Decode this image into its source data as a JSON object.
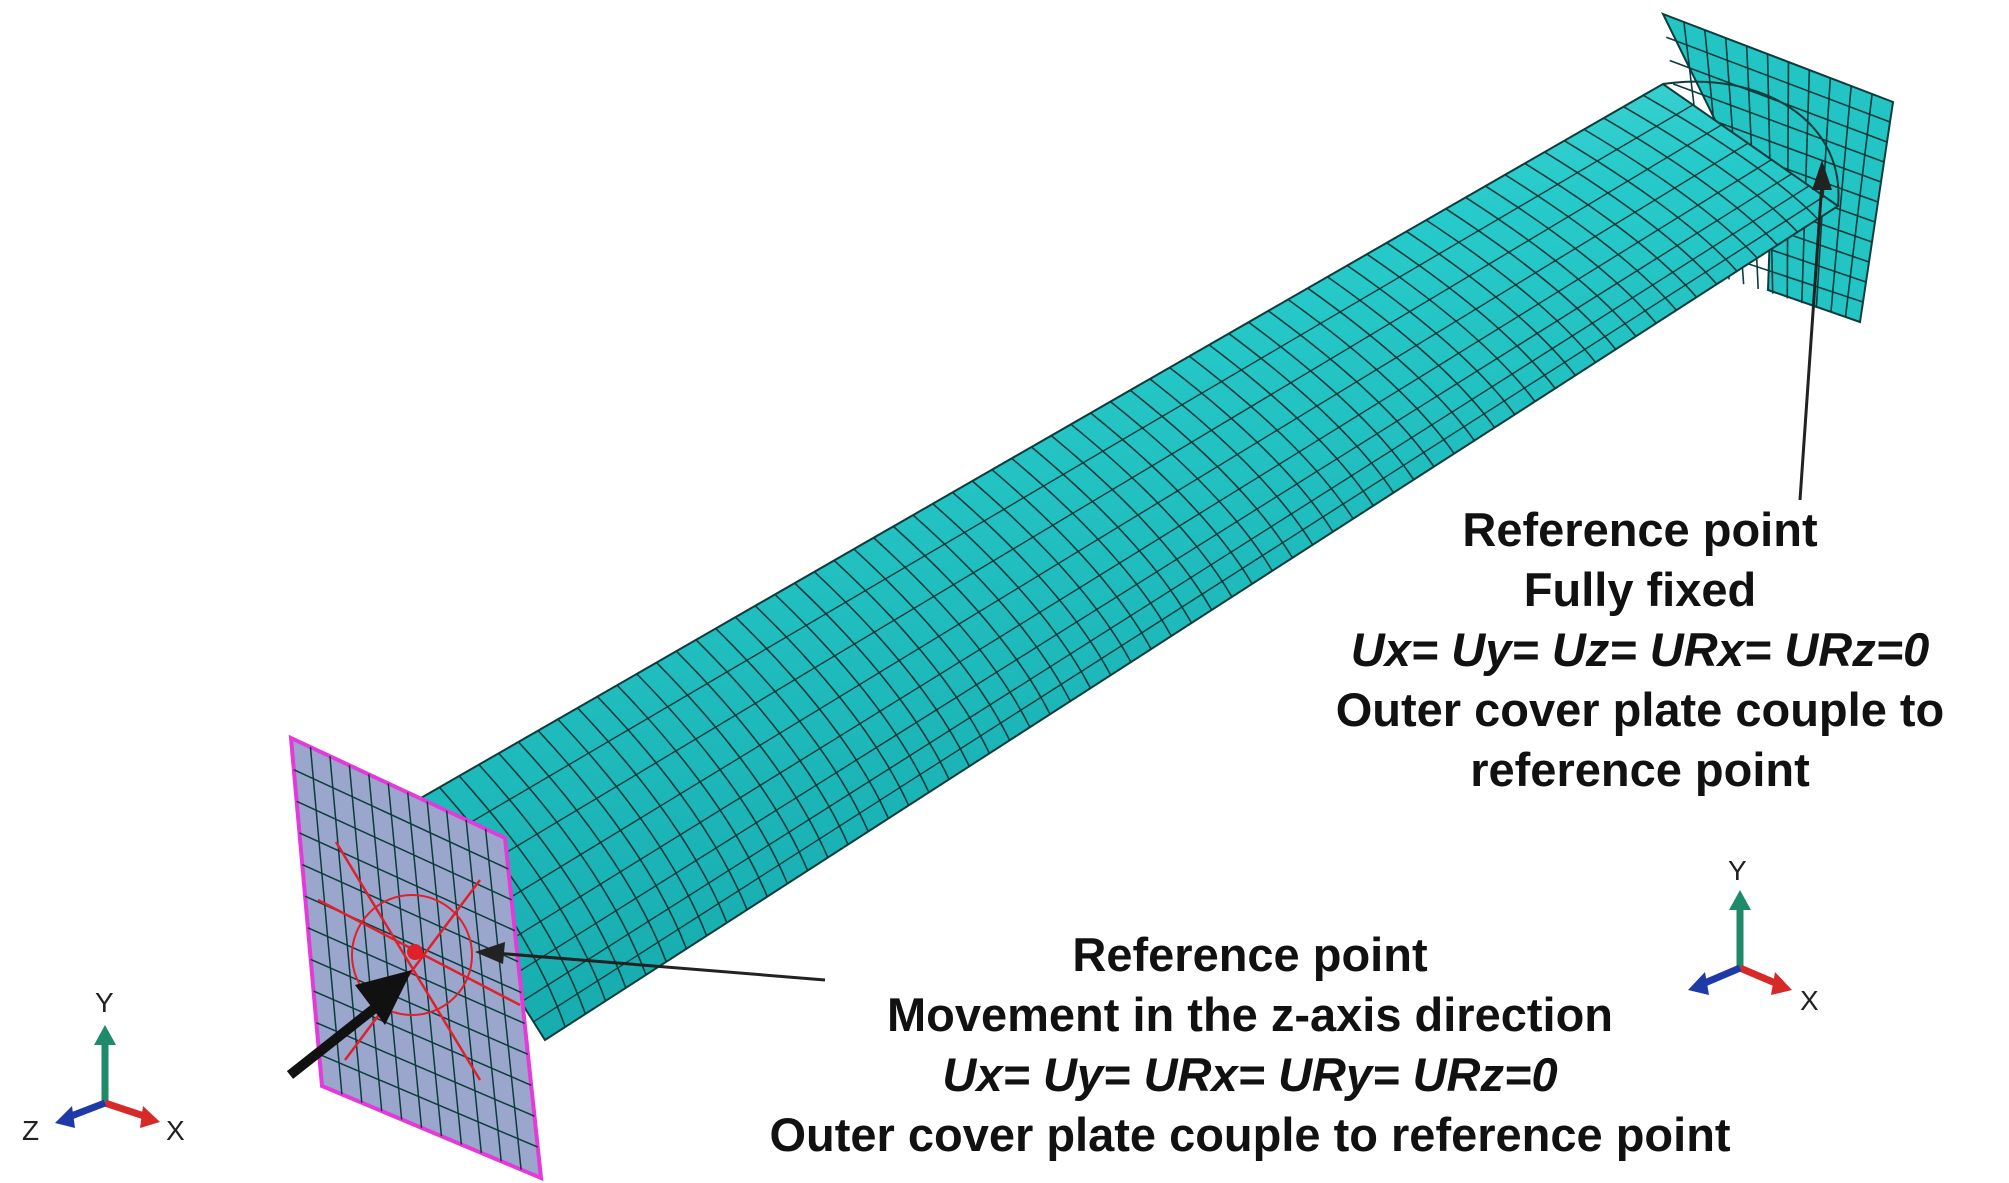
{
  "annotations": {
    "fixed_end": {
      "title": "Reference point",
      "condition": "Fully fixed",
      "equation": "Ux= Uy= Uz= URx= URz=0",
      "coupling": "Outer cover plate couple to",
      "coupling_cont": "reference point"
    },
    "loaded_end": {
      "title": "Reference point",
      "condition": "Movement in the z-axis direction",
      "equation": "Ux= Uy= URx= URy= URz=0",
      "coupling": "Outer cover plate couple to reference point"
    }
  },
  "triads": {
    "left": {
      "y": "Y",
      "x": "X",
      "z": "Z"
    },
    "right": {
      "y": "Y",
      "x": "X"
    }
  },
  "colors": {
    "mesh_fill": "#22c4c4",
    "mesh_line": "#0d3c3c",
    "loaded_plate": "#9aa6cc",
    "loaded_plate_border": "#e23bd8",
    "reference_point": "#e0202a",
    "axis_y": "#1f8a6a",
    "axis_x": "#d62a2a",
    "axis_z": "#1d3aa8",
    "arrow": "#111111"
  },
  "mesh": {
    "rings": 64,
    "longitudinal_lines": 8,
    "plate_grid": 11
  }
}
